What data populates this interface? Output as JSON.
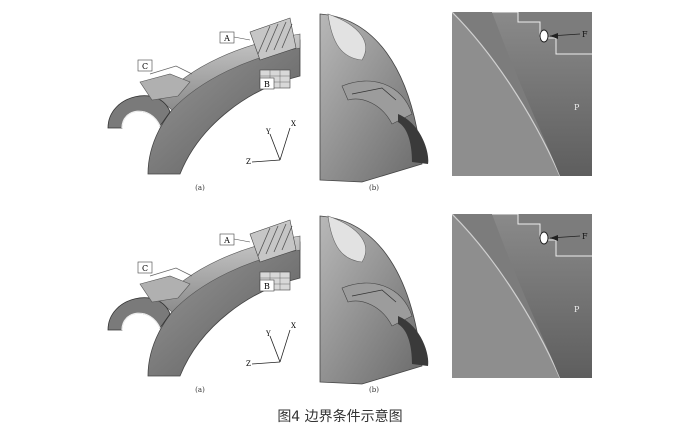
{
  "figure": {
    "caption": "图4 边界条件示意图",
    "rows": [
      {
        "panels": [
          {
            "sublabel": "(a)",
            "callouts": {
              "a": "A",
              "b": "B",
              "c": "C"
            },
            "axes": {
              "x": "X",
              "y": "Y",
              "z": "Z"
            }
          },
          {
            "sublabel": "(b)"
          },
          {
            "labels": {
              "f": "F",
              "p": "P"
            }
          }
        ]
      },
      {
        "panels": [
          {
            "sublabel": "(a)",
            "callouts": {
              "a": "A",
              "b": "B",
              "c": "C"
            },
            "axes": {
              "x": "X",
              "y": "Y",
              "z": "Z"
            }
          },
          {
            "sublabel": "(b)"
          },
          {
            "labels": {
              "f": "F",
              "p": "P"
            }
          }
        ]
      }
    ]
  }
}
